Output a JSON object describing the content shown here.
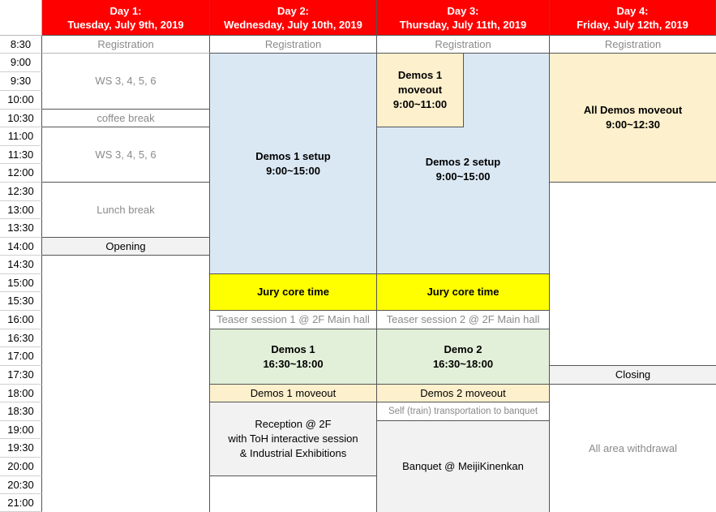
{
  "headers": [
    {
      "line1": "Day 1:",
      "line2": "Tuesday, July 9th, 2019"
    },
    {
      "line1": "Day 2:",
      "line2": "Wednesday, July 10th, 2019"
    },
    {
      "line1": "Day 3:",
      "line2": "Thursday, July 11th, 2019"
    },
    {
      "line1": "Day 4:",
      "line2": "Friday, July 12th, 2019"
    }
  ],
  "times": [
    "8:30",
    "9:00",
    "9:30",
    "10:00",
    "10:30",
    "11:00",
    "11:30",
    "12:00",
    "12:30",
    "13:00",
    "13:30",
    "14:00",
    "14:30",
    "15:00",
    "15:30",
    "16:00",
    "16:30",
    "17:00",
    "17:30",
    "18:00",
    "18:30",
    "19:00",
    "19:30",
    "20:00",
    "20:30",
    "21:00"
  ],
  "day1": {
    "registration": "Registration",
    "ws_morning": "WS 3, 4, 5, 6",
    "coffee_break": "coffee break",
    "ws_late": "WS 3, 4, 5, 6",
    "lunch_break": "Lunch break",
    "opening": "Opening"
  },
  "day2": {
    "registration": "Registration",
    "setup_title": "Demos 1 setup",
    "setup_time": "9:00~15:00",
    "jury": "Jury core time",
    "teaser": "Teaser session 1 @ 2F Main hall",
    "demos_title": "Demos 1",
    "demos_time": "16:30~18:00",
    "moveout": "Demos 1 moveout",
    "reception_1": "Reception @ 2F",
    "reception_2": "with ToH interactive session",
    "reception_3": "& Industrial Exhibitions"
  },
  "day3": {
    "registration": "Registration",
    "moveout_title_1": "Demos 1",
    "moveout_title_2": "moveout",
    "moveout_time": "9:00~11:00",
    "setup_title": "Demos 2 setup",
    "setup_time": "9:00~15:00",
    "jury": "Jury core time",
    "teaser": "Teaser session 2 @ 2F Main hall",
    "demos_title": "Demo 2",
    "demos_time": "16:30~18:00",
    "moveout": "Demos 2 moveout",
    "transport": "Self (train) transportation to banquet",
    "banquet": "Banquet @ MeijiKinenkan"
  },
  "day4": {
    "registration": "Registration",
    "moveout_title": "All Demos moveout",
    "moveout_time": "9:00~12:30",
    "closing": "Closing",
    "withdrawal": "All area withdrawal"
  },
  "colors": {
    "header": "#ff0000",
    "setup": "#dae8f4",
    "jury": "#ffff00",
    "demos": "#e2efd9",
    "moveout": "#fdf0cd",
    "grey": "#f2f2f2"
  }
}
